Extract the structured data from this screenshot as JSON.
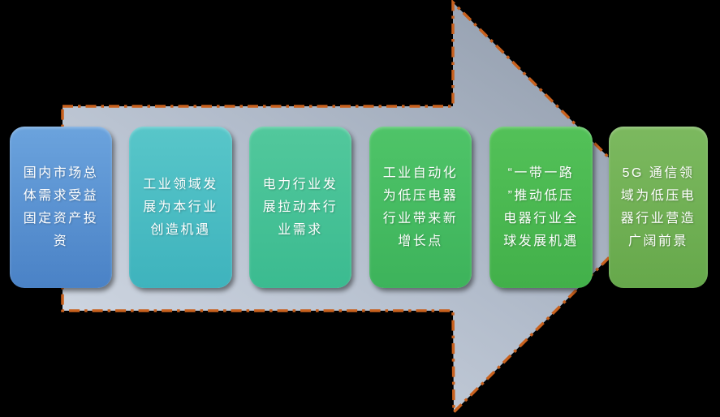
{
  "background_color": "#000000",
  "arrow": {
    "description": "large right-pointing process arrow",
    "fill_light": "#d6dde7",
    "fill_mid": "#b2bccb",
    "fill_dark": "#8c97a7",
    "border_color": "#c8611e",
    "border_style": "dash-dot"
  },
  "cards": [
    {
      "lines": [
        "国内市场总",
        "体需求受益",
        "固定资产投",
        "资"
      ],
      "text": "国内市场总体需求受益固定资产投资",
      "color_top": "#6ba3dd",
      "color_bottom": "#4a82c6"
    },
    {
      "lines": [
        "工业领域发",
        "展为本行业",
        "创造机遇"
      ],
      "text": "工业领域发展为本行业创造机遇",
      "color_top": "#58c6c9",
      "color_bottom": "#3eb3bd"
    },
    {
      "lines": [
        "电力行业发",
        "展拉动本行",
        "业需求"
      ],
      "text": "电力行业发展拉动本行业需求",
      "color_top": "#52c89c",
      "color_bottom": "#3bbb90"
    },
    {
      "lines": [
        "工业自动化",
        "为低压电器",
        "行业带来新",
        "增长点"
      ],
      "text": "工业自动化为低压电器行业带来新增长点",
      "color_top": "#4fc468",
      "color_bottom": "#3db35b"
    },
    {
      "lines": [
        "“一带一路",
        "”推动低压",
        "电器行业全",
        "球发展机遇"
      ],
      "text": "“一带一路”推动低压电器行业全球发展机遇",
      "color_top": "#53c158",
      "color_bottom": "#42b04a"
    },
    {
      "lines": [
        "5G 通信领",
        "域为低压电",
        "器行业营造",
        "广阔前景"
      ],
      "text": "5G 通信领域为低压电器行业营造广阔前景",
      "color_top": "#7cb95f",
      "color_bottom": "#66a84b"
    }
  ]
}
